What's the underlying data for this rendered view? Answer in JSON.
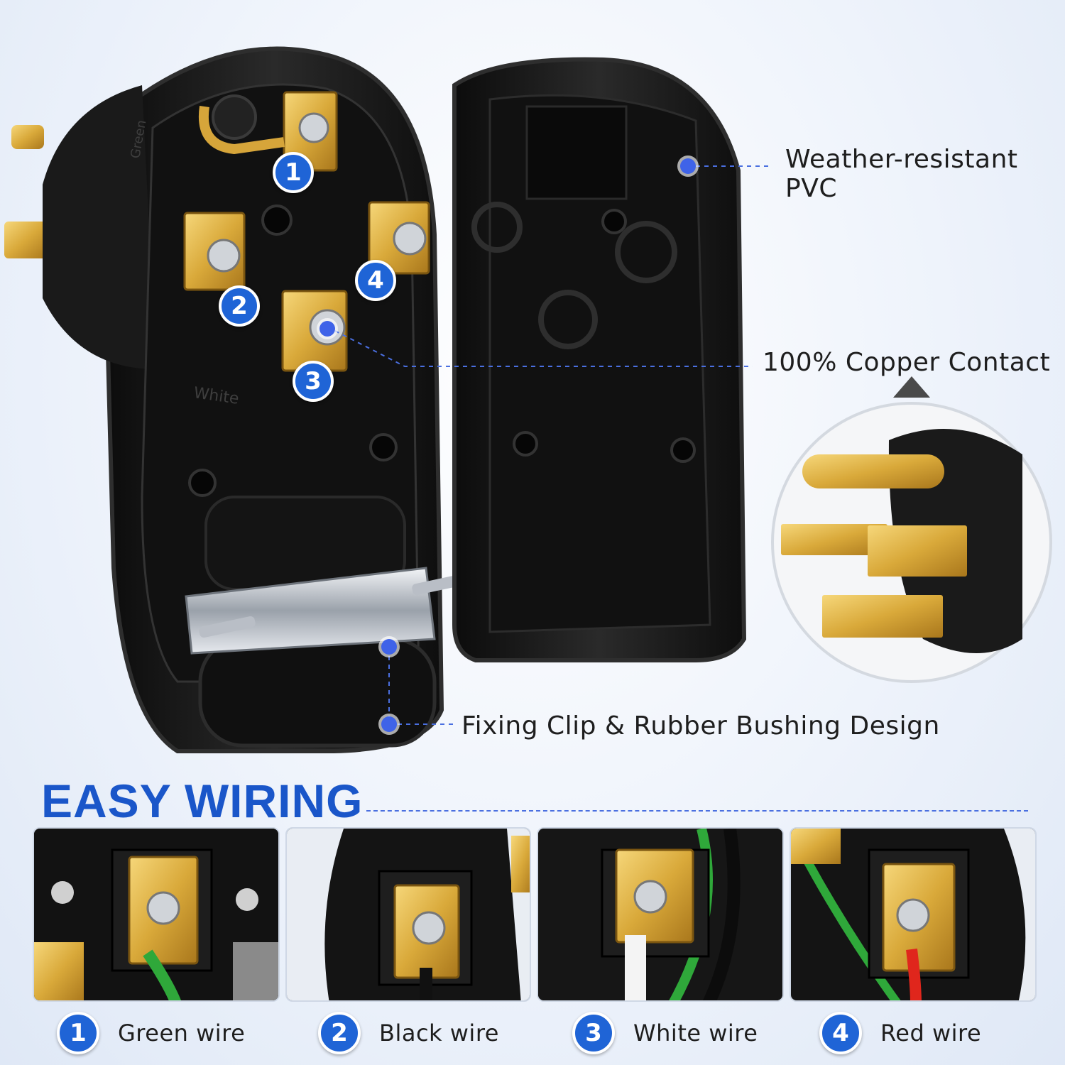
{
  "callouts": {
    "pvc": "Weather-resistant\nPVC",
    "copper": "100% Copper Contact",
    "clip": "Fixing Clip & Rubber Bushing Design"
  },
  "terminal_badges": [
    "1",
    "2",
    "3",
    "4"
  ],
  "molded_labels": [
    "White",
    "Green"
  ],
  "section_title": "EASY WIRING",
  "wiring_steps": [
    {
      "number": "1",
      "label": "Green wire",
      "color": "#2fa83a"
    },
    {
      "number": "2",
      "label": "Black wire",
      "color": "#111111"
    },
    {
      "number": "3",
      "label": "White wire",
      "color": "#f4f4f4"
    },
    {
      "number": "4",
      "label": "Red wire",
      "color": "#e0261c"
    }
  ],
  "colors": {
    "accent": "#1f64d6",
    "heading": "#1a56c9",
    "dot": "#3f63e8",
    "brass": "#d9a93a",
    "housing": "#161616"
  }
}
